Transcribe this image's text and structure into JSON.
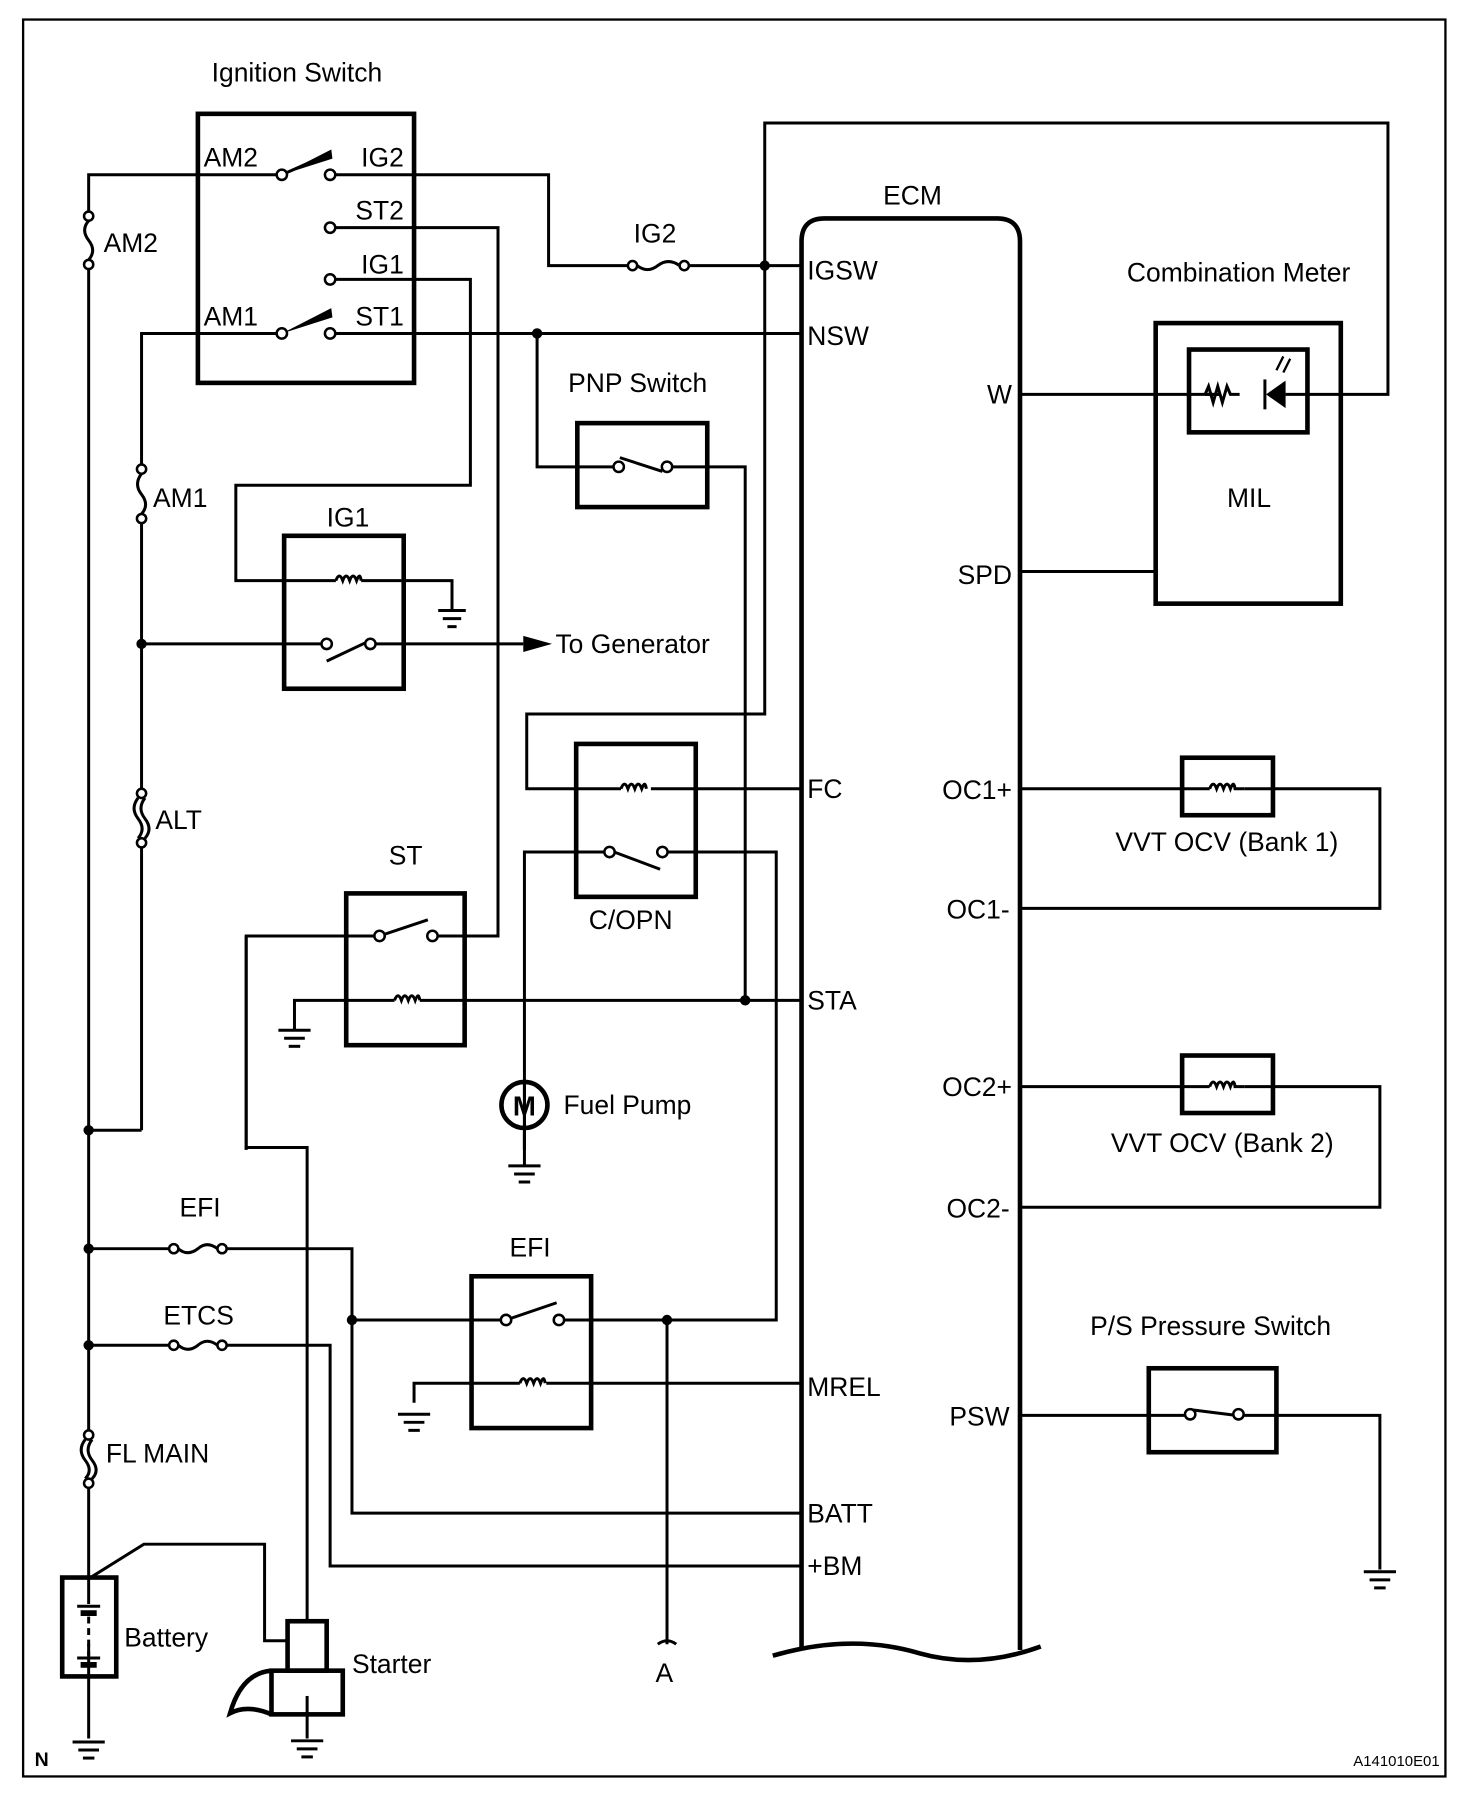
{
  "diagram": {
    "figure_id": "A141010E01",
    "corner_mark": "N",
    "components": {
      "ignition_switch": {
        "title": "Ignition Switch",
        "terminals": [
          "AM2",
          "IG2",
          "ST2",
          "IG1",
          "AM1",
          "ST1"
        ]
      },
      "ecm": {
        "title": "ECM",
        "left_pins": [
          "IGSW",
          "NSW",
          "FC",
          "STA",
          "MREL",
          "BATT",
          "+BM"
        ],
        "right_pins": [
          "W",
          "SPD",
          "OC1+",
          "OC1-",
          "OC2+",
          "OC2-",
          "PSW"
        ]
      },
      "combination_meter": {
        "title": "Combination Meter",
        "inner": "MIL"
      },
      "pnp_switch": {
        "title": "PNP Switch"
      },
      "ig1_relay": {
        "title": "IG1"
      },
      "st_relay": {
        "title": "ST"
      },
      "copn_relay": {
        "title": "C/OPN"
      },
      "efi_relay": {
        "title": "EFI"
      },
      "fuel_pump": {
        "title": "Fuel Pump",
        "symbol": "M"
      },
      "vvt1": {
        "title": "VVT OCV (Bank 1)"
      },
      "vvt2": {
        "title": "VVT OCV (Bank 2)"
      },
      "ps_switch": {
        "title": "P/S Pressure Switch"
      },
      "battery": {
        "title": "Battery"
      },
      "starter": {
        "title": "Starter"
      },
      "generator_arrow": {
        "label": "To Generator"
      },
      "connector_a": {
        "label": "A"
      }
    },
    "fuses": {
      "am2": "AM2",
      "am1": "AM1",
      "alt": "ALT",
      "ig2": "IG2",
      "efi": "EFI",
      "etcs": "ETCS",
      "fl_main": "FL MAIN"
    }
  }
}
